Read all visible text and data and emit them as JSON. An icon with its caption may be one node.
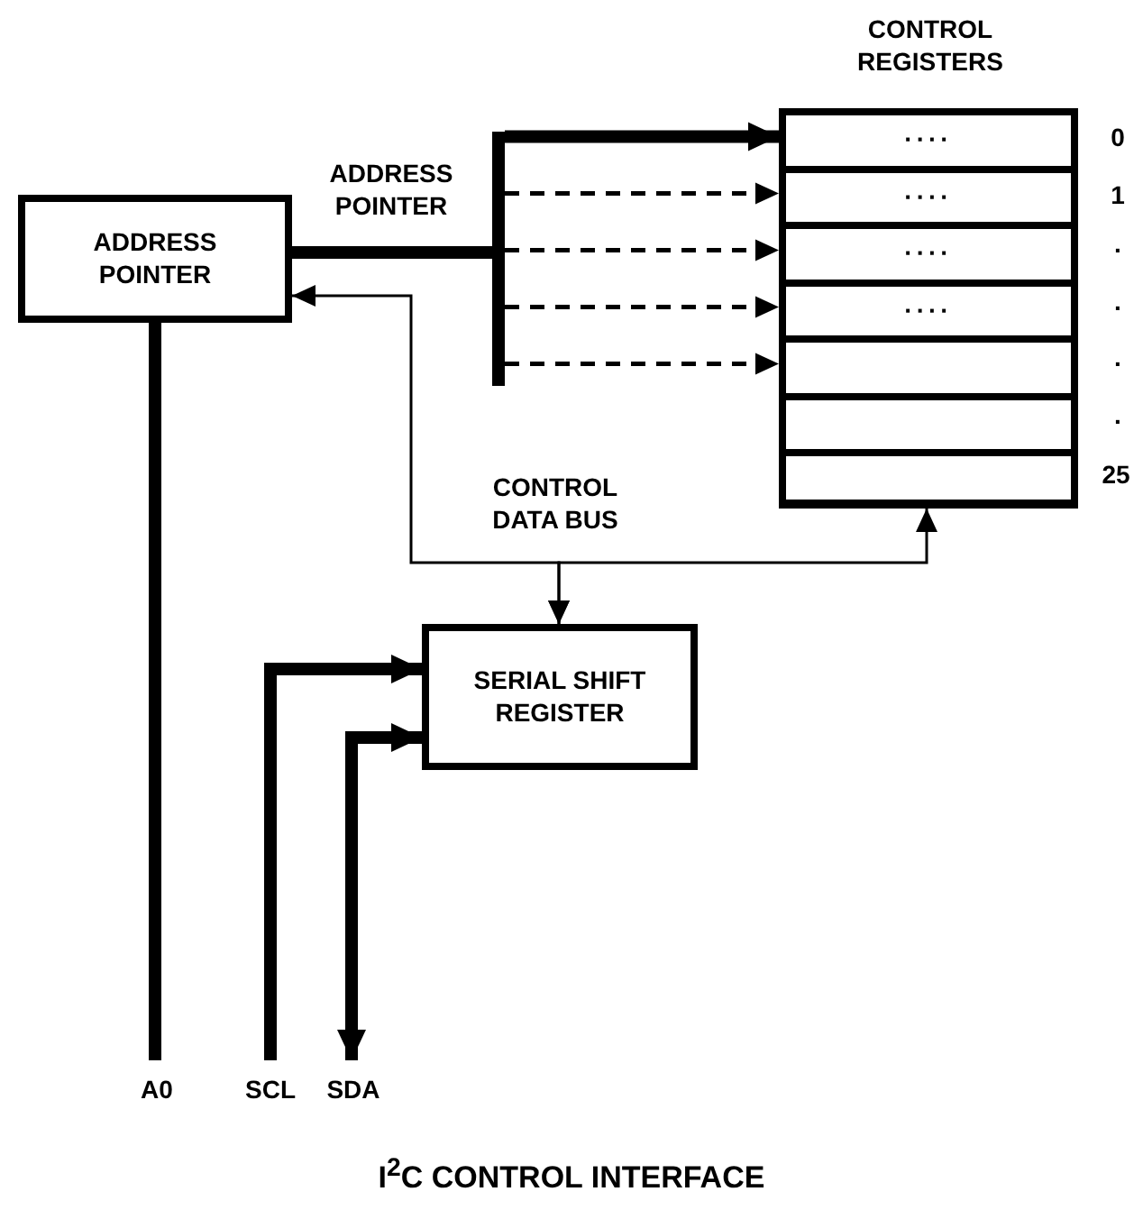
{
  "diagram": {
    "caption": "I$^{2}$C CONTROL INTERFACE",
    "nodes": [
      {
        "text": [
          "ADDRESS POINTER"
        ]
      },
      {
        "text": [
          "CONTROL REGISTERS"
        ]
      },
      {
        "text": [
          "····"
        ],
        "in": 1
      },
      {
        "text": [
          "····"
        ],
        "in": 1
      },
      {
        "text": [
          "····"
        ],
        "in": 1
      },
      {
        "text": [
          "····"
        ],
        "in": 1
      },
      {
        "text": [],
        "shape": "box",
        "in": 1
      },
      {
        "text": [],
        "shape": "box",
        "in": 1
      },
      {
        "text": [],
        "shape": "box",
        "in": 1
      },
      {
        "text": [
          "SERIAL SHIFT REGISTER"
        ]
      },
      {
        "text": [
          "A0"
        ]
      },
      {
        "text": [
          "SCL"
        ]
      },
      {
        "text": [
          "SDA"
        ]
      },
      {
        "text": [],
        "shape": "bar"
      }
    ],
    "edges": [
      {
        "from": 0,
        "to": 13,
        "arrow": "none",
        "label": "ADDRESS POINTER",
        "style": "thick"
      },
      {
        "from": 13,
        "to": 2,
        "arrow": "to",
        "style": "thick"
      },
      {
        "from": 13,
        "to": 3,
        "arrow": "to",
        "style": "dashed"
      },
      {
        "from": 13,
        "to": 4,
        "arrow": "to",
        "style": "dashed"
      },
      {
        "from": 13,
        "to": 5,
        "arrow": "to",
        "style": "dashed"
      },
      {
        "from": 13,
        "to": 6,
        "arrow": "to",
        "style": "dashed"
      },
      {
        "from": 9,
        "to": 0,
        "arrow": "both"
      },
      {
        "from": 9,
        "to": 1,
        "arrow": "both"
      },
      {
        "from": 0,
        "to": 10,
        "arrow": "none",
        "style": "thick"
      },
      {
        "from": 11,
        "to": 9,
        "arrow": "to",
        "style": "thick"
      },
      {
        "from": 9,
        "to": 12,
        "arrow": "to",
        "style": "thick"
      },
      {
        "from": 12,
        "to": 9,
        "arrow": "to",
        "style": "thick"
      }
    ],
    "labels": [
      "0",
      "1",
      ".",
      ".",
      ".",
      ".",
      "25",
      "CONTROL DATA BUS"
    ]
  }
}
